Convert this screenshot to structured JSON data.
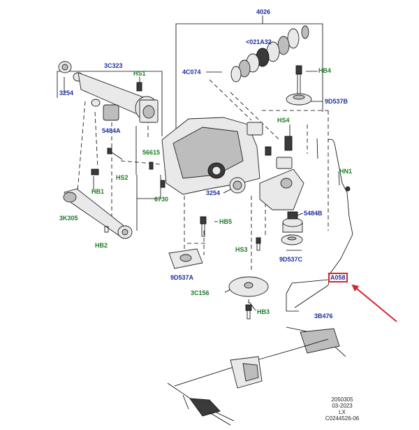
{
  "labels": {
    "l4026": "4026",
    "l021a32": "<021A32",
    "l4c074": "4C074",
    "l3c323": "3C323",
    "lhs1": "HS1",
    "l3254a": "3254",
    "l5484a": "5484A",
    "lhb4": "HB4",
    "l9d537b": "9D537B",
    "lhs4": "HS4",
    "l56615": "56615",
    "lhs2": "HS2",
    "lhb1": "HB1",
    "l3254b": "3254",
    "l6730": "6730",
    "lhn1": "HN1",
    "l5484b": "5484B",
    "l3k305": "3K305",
    "lhb5": "HB5",
    "lhb2": "HB2",
    "lhs3": "HS3",
    "l9d537c": "9D537C",
    "l9d537a": "9D537A",
    "la058": "A058",
    "l3c156": "3C156",
    "l3b476": "3B476",
    "lhb3": "HB3"
  },
  "stamp": {
    "line1": "2050305",
    "line2": "03-2023",
    "line3": "LX",
    "line4": "C0244526-06"
  },
  "colors": {
    "part_number_label": "#1f2f9e",
    "fastener_label": "#1e7b25",
    "highlight": "#d8262b"
  }
}
